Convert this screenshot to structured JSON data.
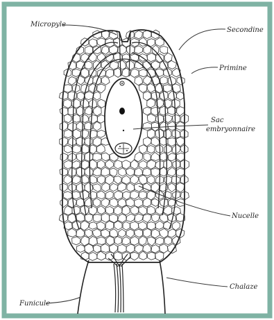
{
  "labels": {
    "micropyle": "Micropyle",
    "secondine": "Secondine",
    "primine": "Primine",
    "sac_line1": "Sac",
    "sac_line2": "embryonnaire",
    "nucelle": "Nucelle",
    "chalaze": "Chalaze",
    "funicule": "Funicule"
  },
  "colors": {
    "frame": "#7fb3a4",
    "ink": "#222222",
    "background": "#ffffff"
  }
}
